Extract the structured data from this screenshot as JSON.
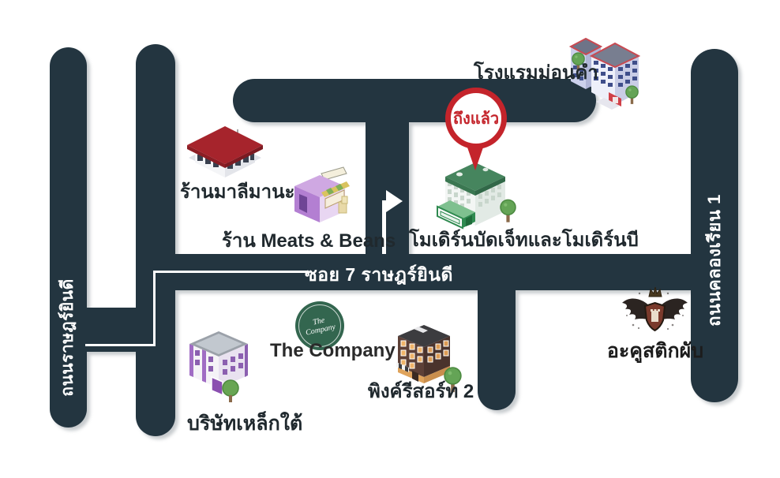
{
  "map": {
    "colors": {
      "road": "#233540",
      "background": "#ffffff",
      "badge_red": "#c4242b",
      "place_label_text": "#20292e",
      "road_label_text": "#ffffff",
      "destination_green": "#46855e"
    },
    "roads": [
      {
        "id": "thanon-ratyindee",
        "label": "ถนนราษฎร์ยินดี",
        "orientation": "vertical"
      },
      {
        "id": "thanon-klong-rian-1",
        "label": "ถนนคลองเรียน 1",
        "orientation": "vertical"
      },
      {
        "id": "soi-7-ratyindee",
        "label": "ซอย 7 ราษฎร์ยินดี",
        "orientation": "horizontal"
      }
    ],
    "arrival_badge": {
      "label": "ถึงแล้ว"
    },
    "icons": {
      "route_arrow": "right-arrow",
      "trees": "tree"
    },
    "places": [
      {
        "id": "hotel",
        "label": "โรงแรมม่อนคำ"
      },
      {
        "id": "malee-shop",
        "label": "ร้านมาลีมานะ"
      },
      {
        "id": "meats-and-beans",
        "label": "ร้าน Meats & Beans"
      },
      {
        "id": "modern-budget",
        "label": "โมเดิร์นบัดเจ็ทและโมเดิร์นบี"
      },
      {
        "id": "the-company",
        "label": "The Company",
        "logo_text": "The Company"
      },
      {
        "id": "pink-resort",
        "label": "พิงค์รีสอร์ท 2"
      },
      {
        "id": "steel-company",
        "label": "บริษัทเหล็กใต้"
      },
      {
        "id": "acoustic-pub",
        "label": "อะคูสติกผับ"
      }
    ]
  }
}
